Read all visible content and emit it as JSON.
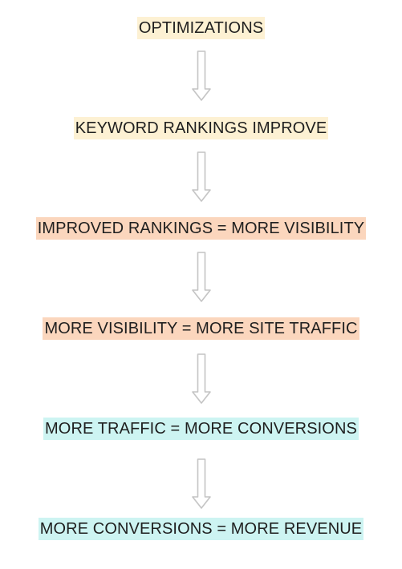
{
  "steps": [
    {
      "label": "OPTIMIZATIONS",
      "color": "#fdf1d3"
    },
    {
      "label": "KEYWORD RANKINGS IMPROVE",
      "color": "#fdf1d3"
    },
    {
      "label": "IMPROVED RANKINGS = MORE VISIBILITY",
      "color": "#fbd6bd"
    },
    {
      "label": "MORE VISIBILITY = MORE SITE TRAFFIC",
      "color": "#fbd6bd"
    },
    {
      "label": "MORE TRAFFIC = MORE CONVERSIONS",
      "color": "#cdf4f2"
    },
    {
      "label": "MORE CONVERSIONS = MORE REVENUE",
      "color": "#cdf4f2"
    }
  ],
  "arrow_icon": "down-arrow-icon",
  "arrow_color": "#c4c4c4"
}
